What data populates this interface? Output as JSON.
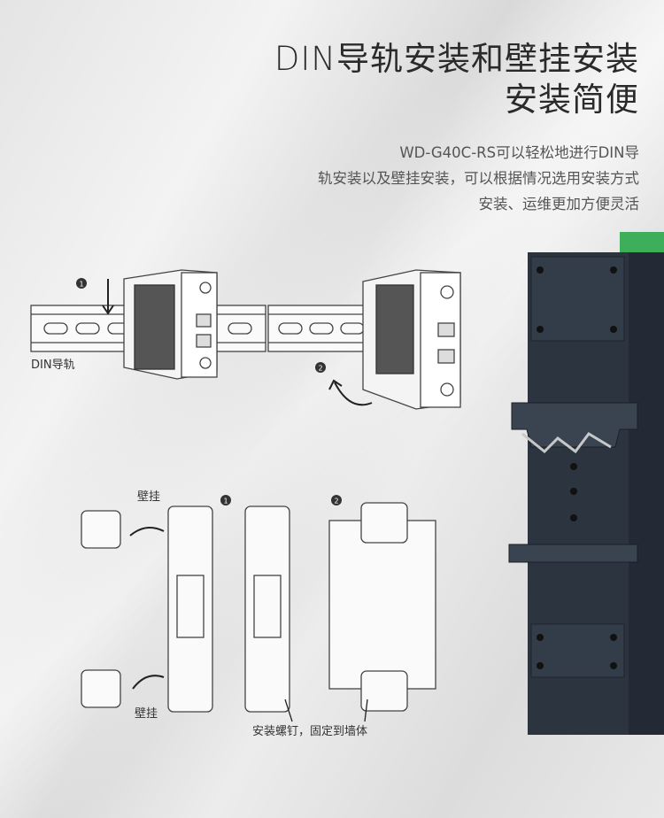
{
  "header": {
    "title_line1": "DIN导轨安装和壁挂安装",
    "title_line2": "安装简便"
  },
  "description": {
    "line1": "WD-G40C-RS可以轻松地进行DIN导",
    "line2": "轨安装以及壁挂安装，可以根据情况选用安装方式",
    "line3": "安装、运维更加方便灵活"
  },
  "din_diagram": {
    "step1_marker": "1",
    "step2_marker": "2",
    "rail_label": "DIN导轨"
  },
  "wall_diagram": {
    "wall_label_top": "壁挂",
    "wall_label_bottom": "壁挂",
    "step1_marker": "1",
    "step2_marker": "2",
    "screw_caption": "安装螺钉，固定到墙体"
  },
  "colors": {
    "device_body": "#2c3440",
    "terminal_green": "#3fae5a",
    "line_art": "#444444"
  }
}
